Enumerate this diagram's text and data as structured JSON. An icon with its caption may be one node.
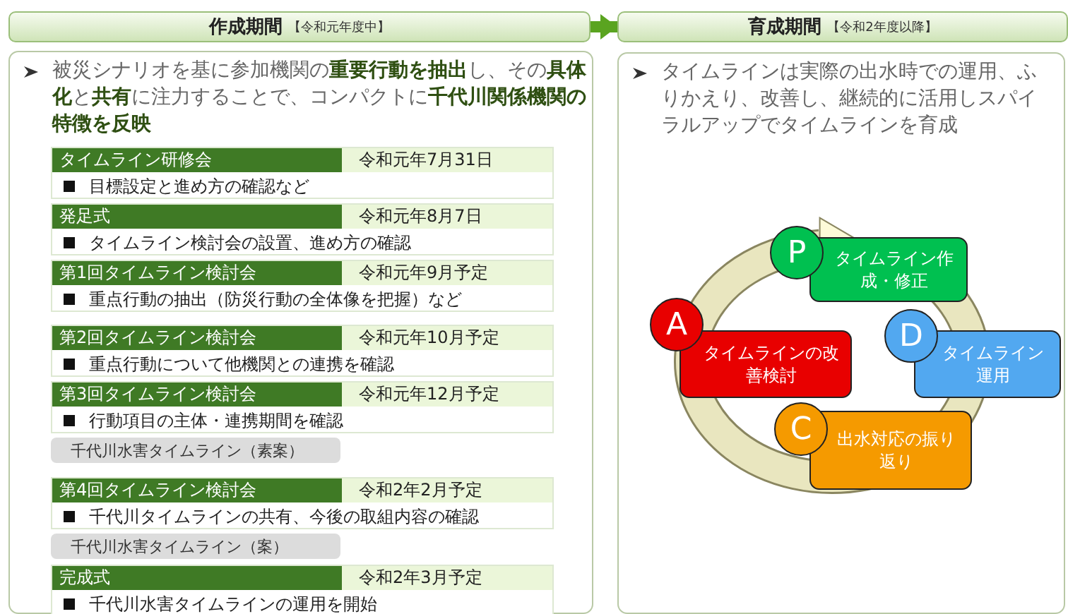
{
  "diagram": {
    "nodes": [
      {
        "text": [
          "作成期間",
          "【令和元年度中】"
        ]
      },
      {
        "text": [
          "育成期間",
          "【令和2年度以降】"
        ]
      },
      {
        "text": [
          "被災シナリオを基に参加機関の**重要行動を抽出**し、その**具体化**と**共有**に注力することで、コンパクトに**千代川関係機関の特徴を反映**"
        ]
      },
      {
        "text": [
          "タイムライン研修会",
          "令和元年7月31日",
          "目標設定と進め方の確認など"
        ],
        "in": 2
      },
      {
        "text": [
          "発足式",
          "令和元年8月7日",
          "タイムライン検討会の設置、進め方の確認"
        ],
        "in": 2
      },
      {
        "text": [
          "第1回タイムライン検討会",
          "令和元年9月予定",
          "重点行動の抽出（防災行動の全体像を把握）など"
        ],
        "in": 2
      },
      {
        "text": [
          "第2回タイムライン検討会",
          "令和元年10月予定",
          "重点行動について他機関との連携を確認"
        ],
        "in": 2
      },
      {
        "text": [
          "第3回タイムライン検討会",
          "令和元年12月予定",
          "行動項目の主体・連携期間を確認"
        ],
        "in": 2
      },
      {
        "text": [
          "千代川水害タイムライン（素案）"
        ],
        "in": 2
      },
      {
        "text": [
          "第4回タイムライン検討会",
          "令和2年2月予定",
          "千代川タイムラインの共有、今後の取組内容の確認"
        ],
        "in": 2
      },
      {
        "text": [
          "千代川水害タイムライン（案）"
        ],
        "in": 2
      },
      {
        "text": [
          "完成式",
          "令和2年3月予定",
          "千代川水害タイムラインの運用を開始"
        ],
        "in": 2
      },
      {
        "text": [
          "タイムラインは実際の出水時での運用、ふりかえり、改善し、継続的に活用しスパイラルアップでタイムラインを育成"
        ]
      },
      {
        "text": [
          "P",
          "タイムライン作成・修正"
        ],
        "in": 12
      },
      {
        "text": [
          "D",
          "タイムライン運用"
        ],
        "in": 12
      },
      {
        "text": [
          "C",
          "出水対応の振り返り"
        ],
        "in": 12
      },
      {
        "text": [
          "A",
          "タイムラインの改善検討"
        ],
        "in": 12
      }
    ],
    "edges": [
      {
        "from": 0,
        "to": 1,
        "arrow": "to"
      }
    ]
  }
}
